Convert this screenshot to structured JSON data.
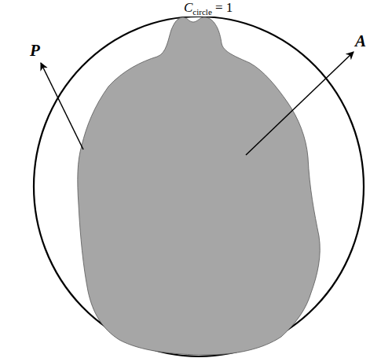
{
  "diagram": {
    "labels": [
      "C",
      "circle",
      "= 1",
      "P",
      "A"
    ]
  }
}
